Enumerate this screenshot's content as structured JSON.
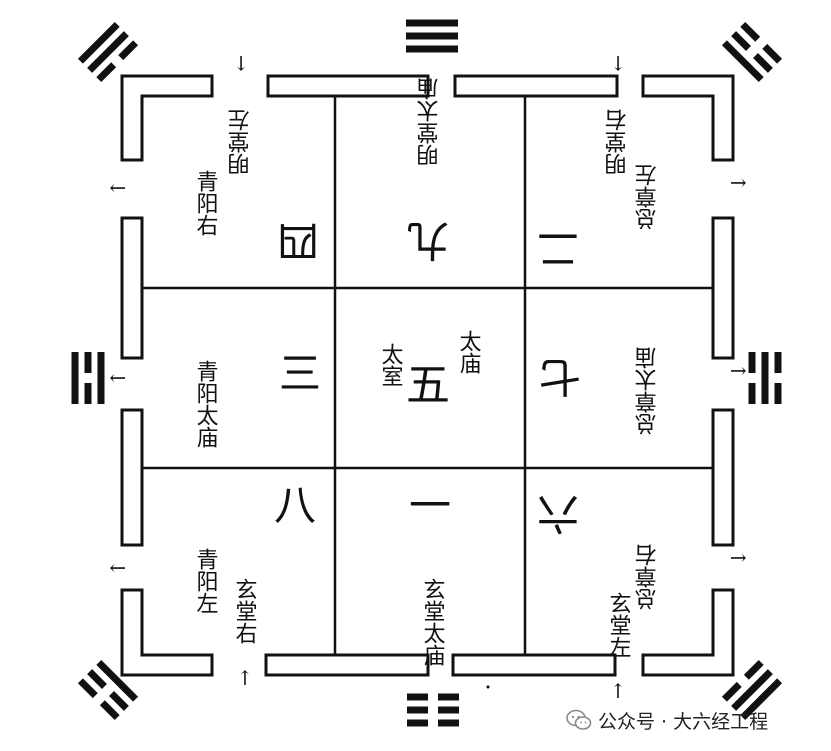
{
  "watermark": {
    "text": "公众号 · 大六经工程"
  },
  "grid": {
    "top_row": [
      "四",
      "九",
      "二"
    ],
    "middle_row": [
      "三",
      "五",
      "七"
    ],
    "bottom_row": [
      "八",
      "一",
      "六"
    ],
    "center_left": "太室",
    "center_right": "太庙"
  },
  "halls": {
    "top_left": "明堂左",
    "top_center": "明堂太庙",
    "top_right": "明堂右",
    "left_top": "青阳右",
    "left_center": "青阳太庙",
    "left_bottom": "青阳左",
    "right_top": "总章左",
    "right_center": "总章太庙",
    "right_bottom": "总章右",
    "bottom_left": "玄堂右",
    "bottom_center": "玄堂太庙",
    "bottom_right": "玄堂左"
  },
  "arrow_glyph": "↑",
  "trigrams": {
    "top": [
      1,
      1,
      1
    ],
    "bottom": [
      0,
      0,
      0
    ],
    "left": [
      1,
      0,
      1
    ],
    "right": [
      0,
      1,
      0
    ],
    "top_left": [
      1,
      1,
      0
    ],
    "top_right": [
      0,
      0,
      1
    ],
    "bottom_left": [
      1,
      0,
      0
    ],
    "bottom_right": [
      0,
      1,
      1
    ]
  },
  "colors": {
    "ink": "#111111",
    "paper": "#ffffff"
  }
}
